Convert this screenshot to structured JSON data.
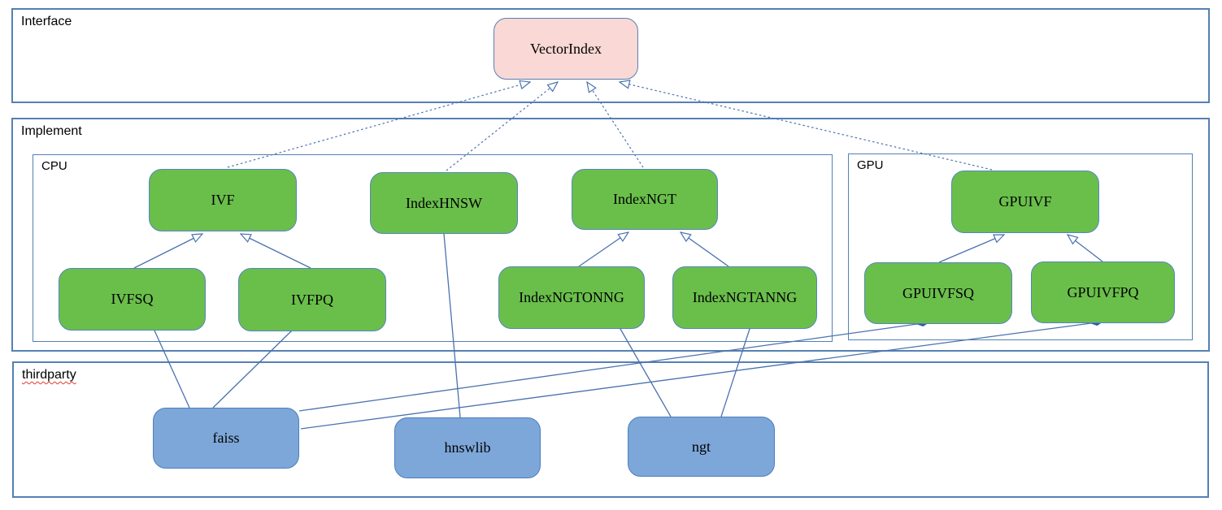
{
  "colors": {
    "node_green": "#6abf4b",
    "node_green_border": "#5585c0",
    "node_blue": "#7da7d9",
    "node_blue_border": "#4d7dbd",
    "node_pink": "#f9d8d5",
    "node_pink_border": "#5a7fb5",
    "container_border": "#5580b4",
    "edge_blue": "#4a72b0",
    "diamond_fill": "#2f5da8",
    "spellcheck_red": "#e03a2f",
    "text": "#000000"
  },
  "containers": {
    "interface": {
      "label": "Interface"
    },
    "implement": {
      "label": "Implement"
    },
    "cpu": {
      "label": "CPU"
    },
    "gpu": {
      "label": "GPU"
    },
    "thirdparty": {
      "label": "thirdparty"
    }
  },
  "nodes": {
    "vectorindex": {
      "label": "VectorIndex",
      "group": "interface"
    },
    "ivf": {
      "label": "IVF",
      "group": "cpu"
    },
    "indexhnsw": {
      "label": "IndexHNSW",
      "group": "cpu"
    },
    "indexngt": {
      "label": "IndexNGT",
      "group": "cpu"
    },
    "ivfsq": {
      "label": "IVFSQ",
      "group": "cpu"
    },
    "ivfpq": {
      "label": "IVFPQ",
      "group": "cpu"
    },
    "indexngtonng": {
      "label": "IndexNGTONNG",
      "group": "cpu"
    },
    "indexngtanng": {
      "label": "IndexNGTANNG",
      "group": "cpu"
    },
    "gpuivf": {
      "label": "GPUIVF",
      "group": "gpu"
    },
    "gpuivfsq": {
      "label": "GPUIVFSQ",
      "group": "gpu"
    },
    "gpuivfpq": {
      "label": "GPUIVFPQ",
      "group": "gpu"
    },
    "faiss": {
      "label": "faiss",
      "group": "thirdparty"
    },
    "hnswlib": {
      "label": "hnswlib",
      "group": "thirdparty"
    },
    "ngt": {
      "label": "ngt",
      "group": "thirdparty"
    }
  },
  "edges": [
    {
      "from": "IVF",
      "to": "VectorIndex",
      "type": "realization"
    },
    {
      "from": "IndexHNSW",
      "to": "VectorIndex",
      "type": "realization"
    },
    {
      "from": "IndexNGT",
      "to": "VectorIndex",
      "type": "realization"
    },
    {
      "from": "GPUIVF",
      "to": "VectorIndex",
      "type": "realization"
    },
    {
      "from": "IVFSQ",
      "to": "IVF",
      "type": "generalization"
    },
    {
      "from": "IVFPQ",
      "to": "IVF",
      "type": "generalization"
    },
    {
      "from": "IndexNGTONNG",
      "to": "IndexNGT",
      "type": "generalization"
    },
    {
      "from": "IndexNGTANNG",
      "to": "IndexNGT",
      "type": "generalization"
    },
    {
      "from": "GPUIVFSQ",
      "to": "GPUIVF",
      "type": "generalization"
    },
    {
      "from": "GPUIVFPQ",
      "to": "GPUIVF",
      "type": "generalization"
    },
    {
      "from": "faiss",
      "to": "IVFSQ",
      "type": "composition"
    },
    {
      "from": "faiss",
      "to": "IVFPQ",
      "type": "composition"
    },
    {
      "from": "faiss",
      "to": "GPUIVFSQ",
      "type": "composition"
    },
    {
      "from": "faiss",
      "to": "GPUIVFPQ",
      "type": "composition"
    },
    {
      "from": "hnswlib",
      "to": "IndexHNSW",
      "type": "composition"
    },
    {
      "from": "ngt",
      "to": "IndexNGTONNG",
      "type": "composition"
    },
    {
      "from": "ngt",
      "to": "IndexNGTANNG",
      "type": "composition"
    }
  ]
}
